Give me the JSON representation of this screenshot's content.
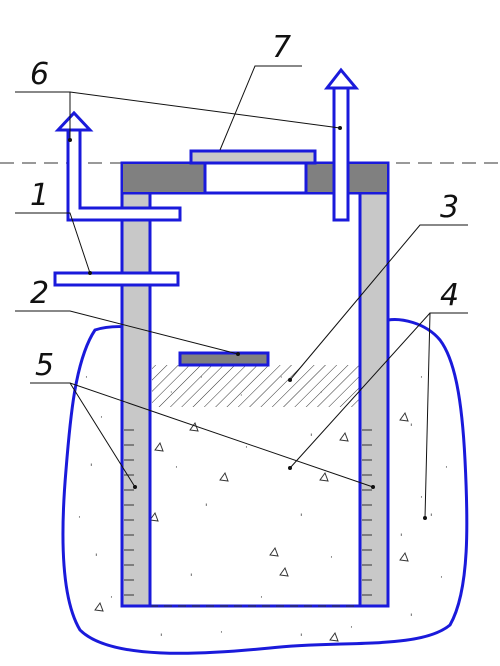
{
  "labels": {
    "l1": "1",
    "l2": "2",
    "l3": "3",
    "l4": "4",
    "l5": "5",
    "l6": "6",
    "l7": "7"
  },
  "colors": {
    "outline": "#1a1adb",
    "wall_fill": "#c8c8c8",
    "cap_fill": "#808080",
    "leader": "#111111"
  }
}
